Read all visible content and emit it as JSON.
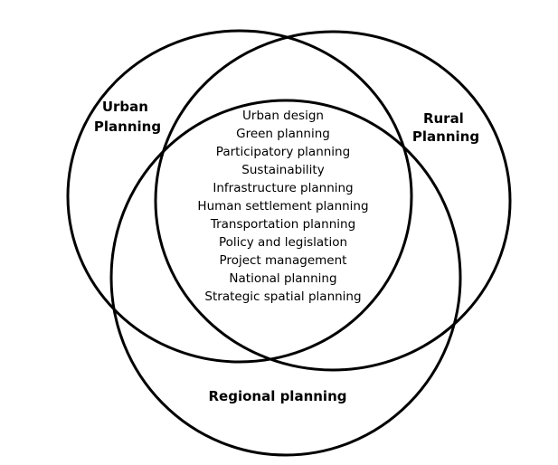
{
  "sets": {
    "urban": {
      "lines": [
        "Urban",
        "Planning"
      ]
    },
    "rural": {
      "lines": [
        "Rural",
        "Planning"
      ]
    },
    "regional": {
      "lines": [
        "Regional planning"
      ]
    }
  },
  "center_items": [
    "Urban design",
    "Green planning",
    "Participatory planning",
    "Sustainability",
    "Infrastructure planning",
    "Human settlement planning",
    "Transportation planning",
    "Policy and legislation",
    "Project management",
    "National planning",
    "Strategic spatial planning"
  ],
  "colors": {
    "stroke": "#000000",
    "text": "#000000",
    "background": "#ffffff"
  }
}
